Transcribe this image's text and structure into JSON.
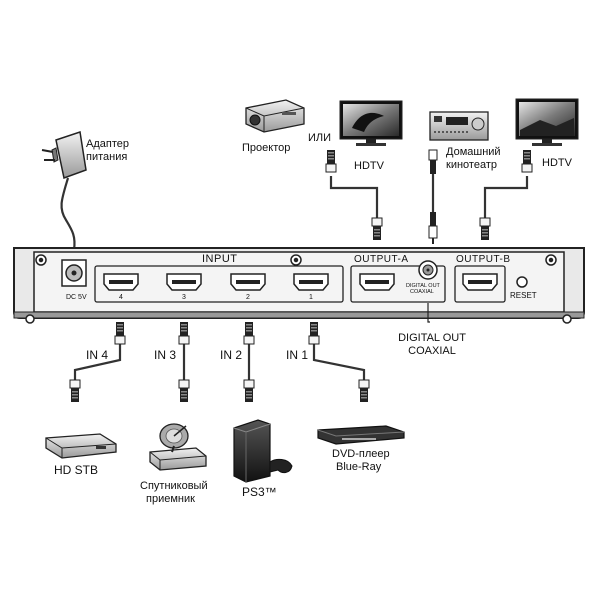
{
  "device": {
    "input_title": "INPUT",
    "port_numbers": [
      "4",
      "3",
      "2",
      "1"
    ],
    "output_a": "OUTPUT-A",
    "output_b": "OUTPUT-B",
    "digital_out_small": "DIGITAL OUT",
    "coaxial_small": "COAXIAL",
    "reset": "RESET",
    "dc_power": "DC 5V"
  },
  "labels": {
    "adapter": "Адаптер\nпитания",
    "projector": "Проектор",
    "or": "ИЛИ",
    "hdtv_a": "HDTV",
    "home_theater": "Домашний\nкинотеатр",
    "hdtv_b": "HDTV",
    "digital_out": "DIGITAL OUT\nCOAXIAL",
    "in4": "IN 4",
    "in3": "IN 3",
    "in2": "IN 2",
    "in1": "IN 1",
    "hd_stb": "HD STB",
    "satellite": "Спутниковый\nприемник",
    "ps3": "PS3™",
    "dvd": "DVD-плеер\nBlue-Ray"
  },
  "colors": {
    "device_body": "#e9e9e9",
    "device_edge": "#222222",
    "cable": "#333333"
  }
}
